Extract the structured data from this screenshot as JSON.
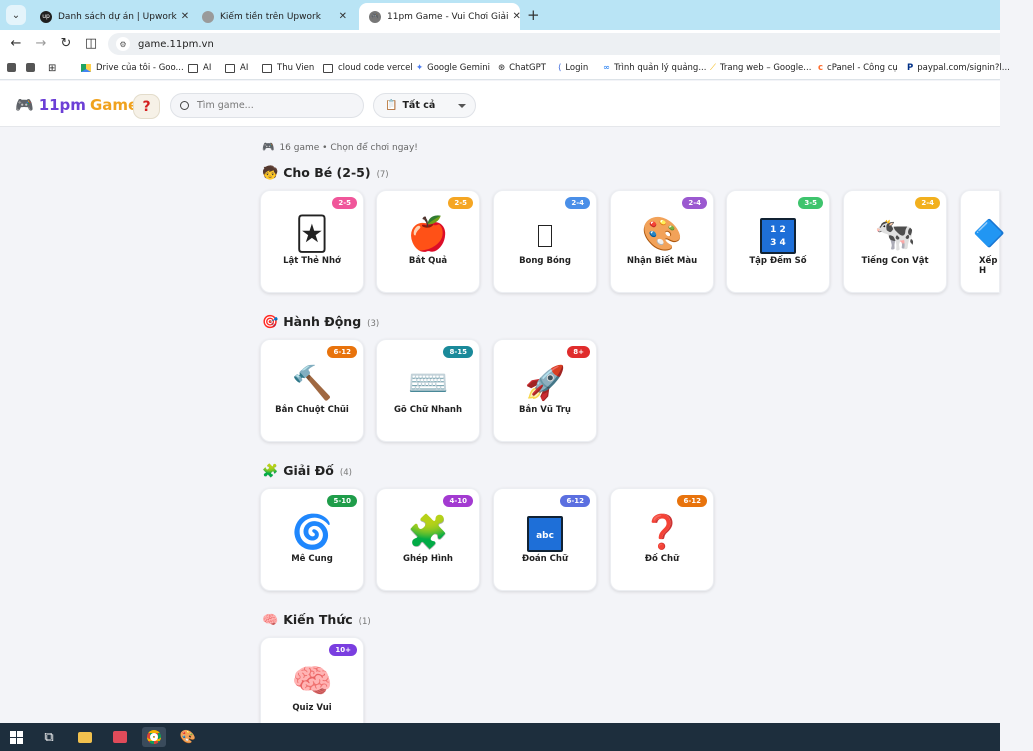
{
  "browser": {
    "tabs": [
      {
        "title": "Danh sách dự án | Upwork",
        "favicon_color": "#1f1f1f",
        "active": false
      },
      {
        "title": "Kiếm tiền trên Upwork",
        "favicon_color": "#8a8a8a",
        "active": false
      },
      {
        "title": "11pm Game - Vui Chơi Giải",
        "favicon_color": "#6a6a6a",
        "active": true
      }
    ],
    "url": "game.11pm.vn",
    "bookmarks": [
      {
        "label": "",
        "icon": "app-icon"
      },
      {
        "label": "",
        "icon": "app-icon"
      },
      {
        "label": "",
        "icon": "apps-grid-icon"
      },
      {
        "label": "Drive của tôi - Goo...",
        "icon": "drive-icon"
      },
      {
        "label": "AI",
        "icon": "folder-icon"
      },
      {
        "label": "AI",
        "icon": "folder-icon"
      },
      {
        "label": "Thu Vien",
        "icon": "folder-icon"
      },
      {
        "label": "cloud code vercel",
        "icon": "folder-icon"
      },
      {
        "label": "Google Gemini",
        "icon": "gemini-icon"
      },
      {
        "label": "ChatGPT",
        "icon": "chatgpt-icon"
      },
      {
        "label": "Login",
        "icon": "login-icon"
      },
      {
        "label": "Trình quản lý quảng...",
        "icon": "meta-icon"
      },
      {
        "label": "Trang web – Google...",
        "icon": "google-sites-icon"
      },
      {
        "label": "cPanel - Công cụ",
        "icon": "cpanel-icon"
      },
      {
        "label": "paypal.com/signin?l...",
        "icon": "paypal-icon"
      }
    ]
  },
  "site": {
    "logo_num": "11pm",
    "logo_word": "Game",
    "help": "?",
    "search_placeholder": "Tìm game...",
    "filter_value": "Tất cả",
    "summary": "16 game • Chọn để chơi ngay!"
  },
  "colors": {
    "logo_purple": "#6c3fd6",
    "logo_orange": "#f0a21e",
    "badge_pink": "#f0569a",
    "badge_orange": "#f5a623",
    "badge_blue": "#4a8fe8",
    "badge_purple": "#9b59d0",
    "badge_green": "#3ec46d",
    "badge_amber": "#f2b01e",
    "badge_darkorange": "#e8730c",
    "badge_teal": "#1a8a9a",
    "badge_red": "#e02c2c",
    "badge_darkgreen": "#1f9d4a",
    "badge_violet": "#a33ad1",
    "badge_indigo": "#5b6fe0"
  },
  "sections": [
    {
      "emoji": "🧒",
      "title": "Cho Bé (2-5)",
      "count": "(7)",
      "games": [
        {
          "name": "Lật Thẻ Nhớ",
          "age": "2-5",
          "icon": "🃏",
          "badge": "#f0569a"
        },
        {
          "name": "Bắt Quả",
          "age": "2-5",
          "icon": "🍎",
          "badge": "#f5a623"
        },
        {
          "name": "Bong Bóng",
          "age": "2-4",
          "icon": "",
          "badge": "#4a8fe8"
        },
        {
          "name": "Nhận Biết Màu",
          "age": "2-4",
          "icon": "🎨",
          "badge": "#9b59d0"
        },
        {
          "name": "Tập Đếm Số",
          "age": "3-5",
          "icon": "1234",
          "badge": "#3ec46d"
        },
        {
          "name": "Tiếng Con Vật",
          "age": "2-4",
          "icon": "🐄",
          "badge": "#f2b01e"
        },
        {
          "name": "Xếp H",
          "age": "",
          "icon": "🔷",
          "badge": "#4a8fe8"
        }
      ]
    },
    {
      "emoji": "🎯",
      "title": "Hành Động",
      "count": "(3)",
      "games": [
        {
          "name": "Bắn Chuột Chũi",
          "age": "6-12",
          "icon": "🔨",
          "badge": "#e8730c"
        },
        {
          "name": "Gõ Chữ Nhanh",
          "age": "8-15",
          "icon": "⌨️",
          "badge": "#1a8a9a"
        },
        {
          "name": "Bắn Vũ Trụ",
          "age": "8+",
          "icon": "🚀",
          "badge": "#e02c2c"
        }
      ]
    },
    {
      "emoji": "🧩",
      "title": "Giải Đố",
      "count": "(4)",
      "games": [
        {
          "name": "Mê Cung",
          "age": "5-10",
          "icon": "🌀",
          "badge": "#1f9d4a"
        },
        {
          "name": "Ghép Hình",
          "age": "4-10",
          "icon": "🧩",
          "badge": "#a33ad1"
        },
        {
          "name": "Đoán Chữ",
          "age": "6-12",
          "icon": "abc",
          "badge": "#5b6fe0"
        },
        {
          "name": "Đố Chữ",
          "age": "6-12",
          "icon": "❓",
          "badge": "#e8730c"
        }
      ]
    },
    {
      "emoji": "🧠",
      "title": "Kiến Thức",
      "count": "(1)",
      "games": [
        {
          "name": "Quiz Vui",
          "age": "10+",
          "icon": "🧠",
          "badge": "#7a3ee0"
        }
      ]
    }
  ]
}
